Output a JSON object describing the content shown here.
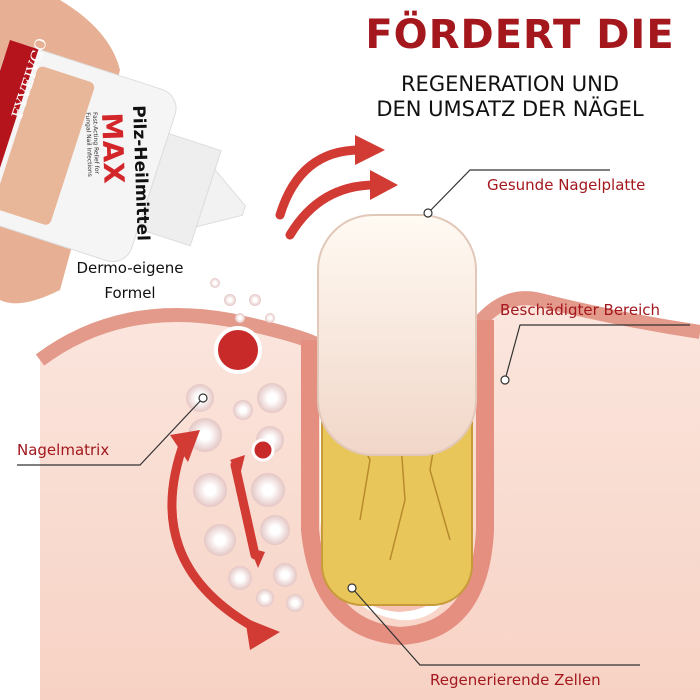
{
  "colors": {
    "accent": "#a3171d",
    "skin": "#f3c6b8",
    "nail_infected": "#e9c65a"
  },
  "heading": {
    "title": "FÖRDERT DIE",
    "subtitle_line1": "REGENERATION UND",
    "subtitle_line2": "DEN UMSATZ DER NÄGEL"
  },
  "product": {
    "brand": "FYVEIVGO",
    "name": "Pilz-Heilmittel",
    "variant": "MAX",
    "tagline": "Fast-Acting Relief for Fungal Nail Infections"
  },
  "formula_label": {
    "line1": "Dermo-eigene",
    "line2": "Formel"
  },
  "labels": {
    "healthy_nail": "Gesunde Nagelplatte",
    "damaged_area": "Beschädigter Bereich",
    "nail_matrix": "Nagelmatrix",
    "regenerating_cells": "Regenerierende Zellen"
  }
}
